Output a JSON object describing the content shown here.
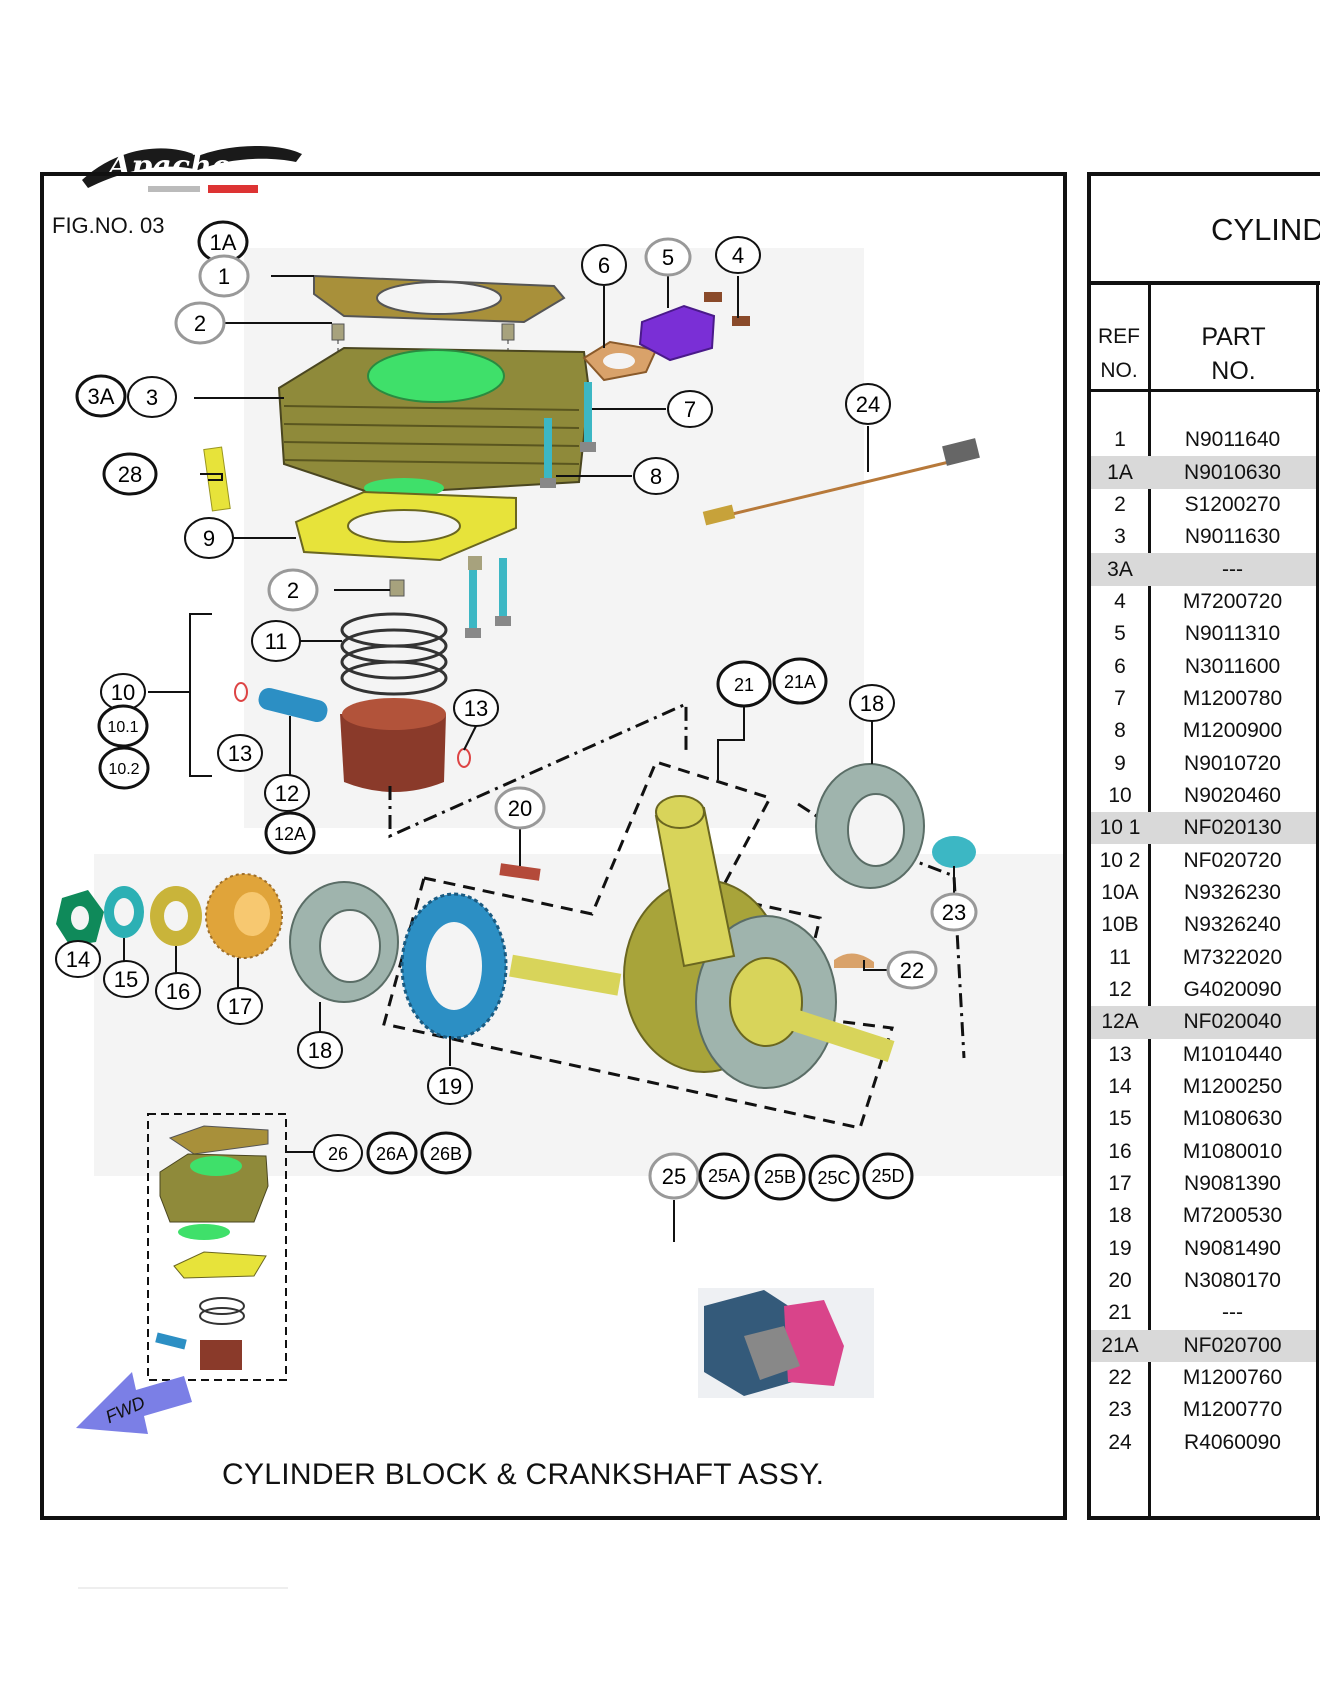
{
  "figure": {
    "fig_no": "FIG.NO. 03",
    "caption": "CYLINDER BLOCK & CRANKSHAFT ASSY.",
    "logo_text": "Apache",
    "fwd_label": "FWD",
    "callouts": [
      "1A",
      "1",
      "2",
      "3A",
      "3",
      "28",
      "9",
      "2",
      "11",
      "10",
      "10.1",
      "10.2",
      "13",
      "12",
      "12A",
      "13",
      "6",
      "5",
      "4",
      "7",
      "8",
      "24",
      "21",
      "21A",
      "18",
      "20",
      "23",
      "22",
      "14",
      "15",
      "16",
      "17",
      "18",
      "19",
      "26",
      "26A",
      "26B",
      "25",
      "25A",
      "25B",
      "25C",
      "25D"
    ]
  },
  "table": {
    "title": "CYLIND",
    "headers": {
      "ref_line1": "REF",
      "ref_line2": "NO.",
      "part_line1": "PART",
      "part_line2": "NO."
    },
    "rows": [
      {
        "ref": "1",
        "part": "N9011640",
        "shade": false
      },
      {
        "ref": "1A",
        "part": "N9010630",
        "shade": true
      },
      {
        "ref": "2",
        "part": "S1200270",
        "shade": false
      },
      {
        "ref": "3",
        "part": "N9011630",
        "shade": false
      },
      {
        "ref": "3A",
        "part": "---",
        "shade": true
      },
      {
        "ref": "4",
        "part": "M7200720",
        "shade": false
      },
      {
        "ref": "5",
        "part": "N9011310",
        "shade": false
      },
      {
        "ref": "6",
        "part": "N3011600",
        "shade": false
      },
      {
        "ref": "7",
        "part": "M1200780",
        "shade": false
      },
      {
        "ref": "8",
        "part": "M1200900",
        "shade": false
      },
      {
        "ref": "9",
        "part": "N9010720",
        "shade": false
      },
      {
        "ref": "10",
        "part": "N9020460",
        "shade": false
      },
      {
        "ref": "10 1",
        "part": "NF020130",
        "shade": true
      },
      {
        "ref": "10 2",
        "part": "NF020720",
        "shade": false
      },
      {
        "ref": "10A",
        "part": "N9326230",
        "shade": false
      },
      {
        "ref": "10B",
        "part": "N9326240",
        "shade": false
      },
      {
        "ref": "11",
        "part": "M7322020",
        "shade": false
      },
      {
        "ref": "12",
        "part": "G4020090",
        "shade": false
      },
      {
        "ref": "12A",
        "part": "NF020040",
        "shade": true
      },
      {
        "ref": "13",
        "part": "M1010440",
        "shade": false
      },
      {
        "ref": "14",
        "part": "M1200250",
        "shade": false
      },
      {
        "ref": "15",
        "part": "M1080630",
        "shade": false
      },
      {
        "ref": "16",
        "part": "M1080010",
        "shade": false
      },
      {
        "ref": "17",
        "part": "N9081390",
        "shade": false
      },
      {
        "ref": "18",
        "part": "M7200530",
        "shade": false
      },
      {
        "ref": "19",
        "part": "N9081490",
        "shade": false
      },
      {
        "ref": "20",
        "part": "N3080170",
        "shade": false
      },
      {
        "ref": "21",
        "part": "---",
        "shade": false
      },
      {
        "ref": "21A",
        "part": "NF020700",
        "shade": true
      },
      {
        "ref": "22",
        "part": "M1200760",
        "shade": false
      },
      {
        "ref": "23",
        "part": "M1200770",
        "shade": false
      },
      {
        "ref": "24",
        "part": "R4060090",
        "shade": false
      }
    ]
  },
  "colors": {
    "cylinder": "#8f8a3a",
    "bore": "#3fe06a",
    "gasket": "#c9c23a",
    "bearing": "#9fb4ad",
    "gear_blue": "#2c8fc4",
    "gear_orange": "#e0a43a",
    "piston": "#8a3a2a",
    "cover_purple": "#7a2fd6",
    "stud": "#3cb7c4",
    "fwd_arrow": "#7b7fe6"
  }
}
